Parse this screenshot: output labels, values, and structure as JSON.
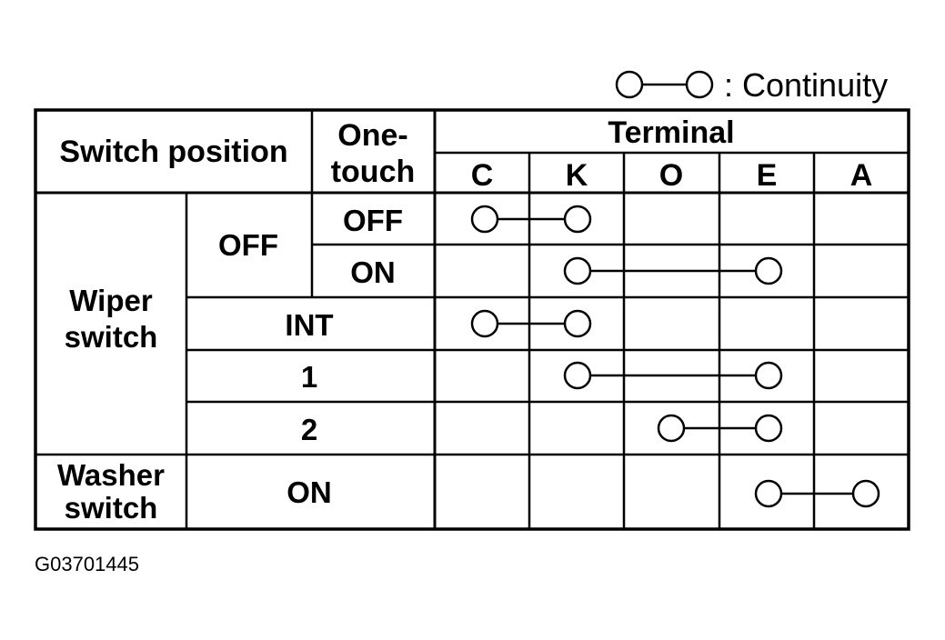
{
  "legend": {
    "label": ": Continuity"
  },
  "header": {
    "switch_position": "Switch position",
    "one_touch_line1": "One-",
    "one_touch_line2": "touch",
    "terminal": "Terminal",
    "terminals": [
      "C",
      "K",
      "O",
      "E",
      "A"
    ]
  },
  "groups": {
    "wiper_line1": "Wiper",
    "wiper_line2": "switch",
    "washer_line1": "Washer",
    "washer_line2": "switch"
  },
  "rows": [
    {
      "position": "OFF",
      "one_touch": "OFF",
      "continuity": [
        "C",
        "K"
      ]
    },
    {
      "position": "OFF",
      "one_touch": "ON",
      "continuity": [
        "K",
        "E"
      ]
    },
    {
      "position": "INT",
      "one_touch": "",
      "continuity": [
        "C",
        "K"
      ]
    },
    {
      "position": "1",
      "one_touch": "",
      "continuity": [
        "K",
        "E"
      ]
    },
    {
      "position": "2",
      "one_touch": "",
      "continuity": [
        "O",
        "E"
      ]
    },
    {
      "position": "ON",
      "one_touch": "",
      "continuity": [
        "E",
        "A"
      ]
    }
  ],
  "figure_code": "G03701445"
}
